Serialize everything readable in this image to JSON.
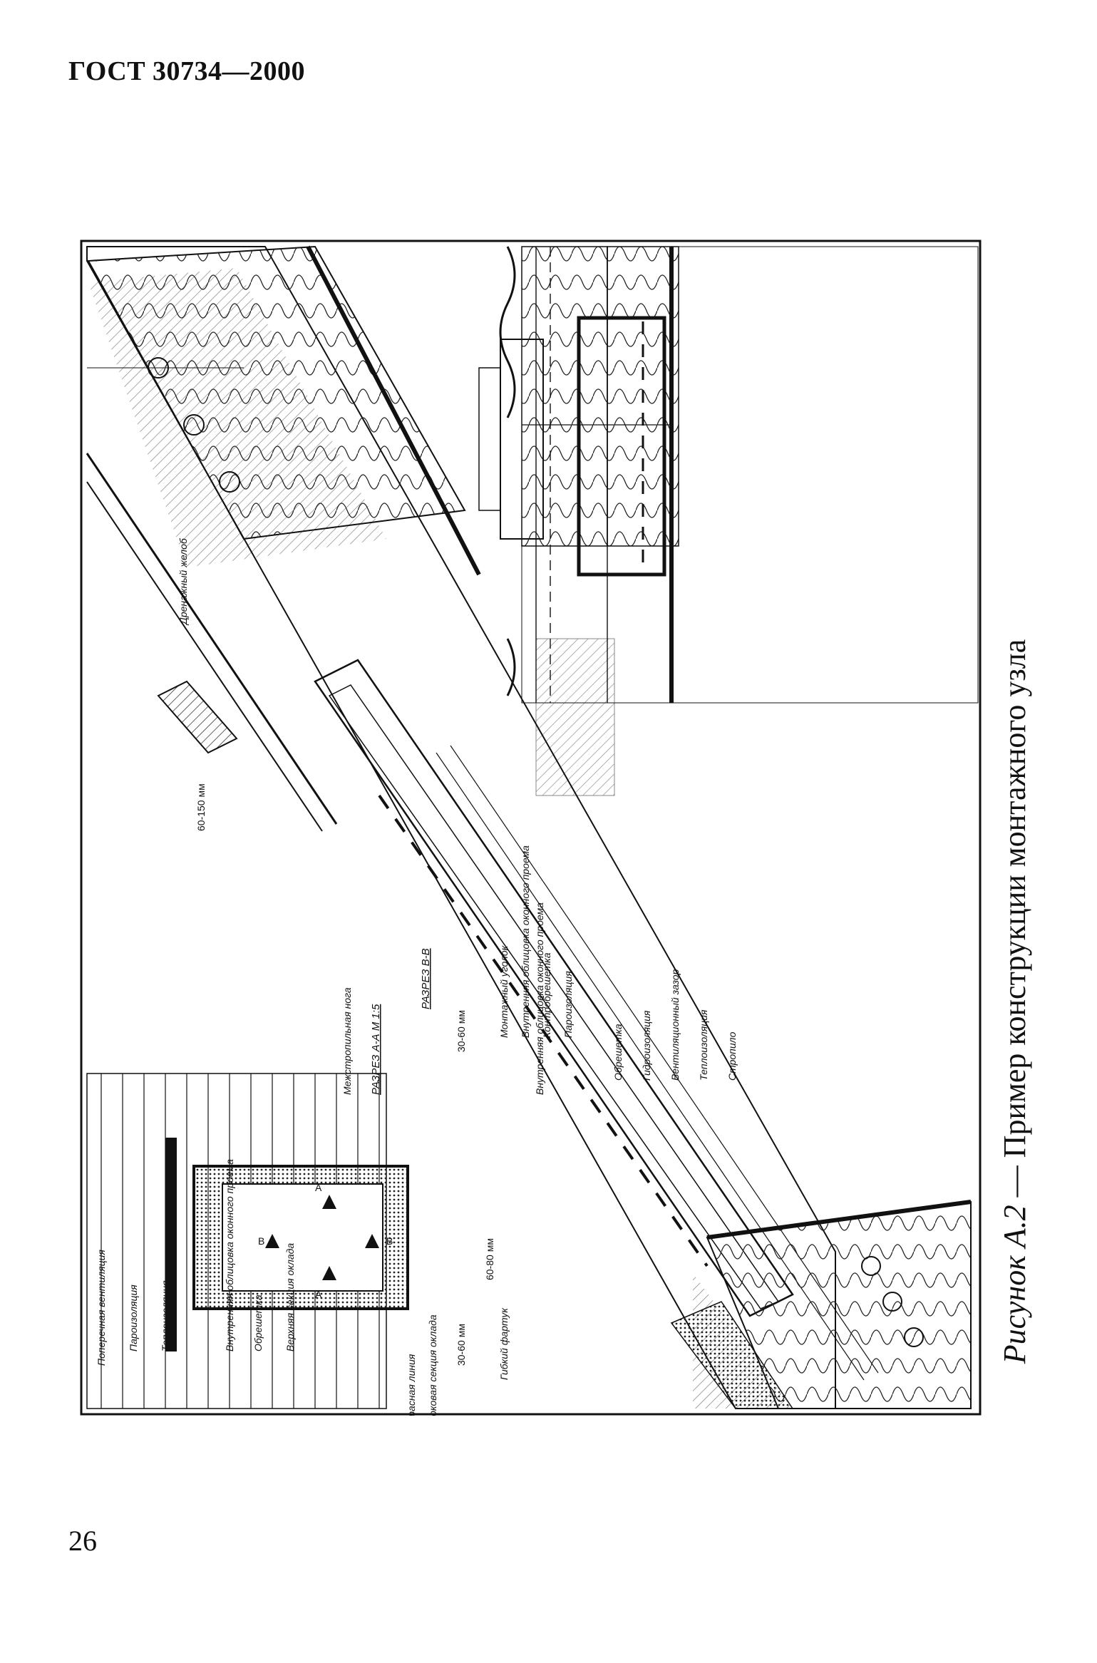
{
  "header": {
    "doc_code": "ГОСТ 30734—2000"
  },
  "figure": {
    "labels_top_strip": {
      "drain_gutter": "Дренажный желоб",
      "transverse_ventilation": "Поперечная вентиляция",
      "vapor_barrier": "Пароизоляция",
      "thermal_insulation": "Теплоизоляция",
      "inner_opening_cladding": "Внутренняя облицовка оконного проема",
      "trim": "Обрешетка",
      "top_flashing_section": "Верхняя секция оклада"
    },
    "labels_section_bb": {
      "title": "РАЗРЕЗ В-В",
      "red_line": "Красная линия",
      "side_flashing_section": "Боковая секция оклада",
      "mounting_corner": "Монтажный уголок",
      "inner_cladding": "Внутренняя облицовка оконного проема",
      "counter_battens": "Контробрешетка",
      "vapor_barrier": "Пароизоляция"
    },
    "labels_section_aa": {
      "title": "РАЗРЕЗ А-А М 1:5",
      "rafter_leg": "Межстропильная нога",
      "inner_cladding": "Внутренняя облицовка оконного проема",
      "flexible_apron": "Гибкий фартук"
    },
    "labels_bottom_strip": {
      "battens": "Обрешетка",
      "waterproofing": "Гидроизоляция",
      "ventilation_gap": "Вентиляционный зазор",
      "thermal_insulation": "Теплоизоляция",
      "rafter": "Стропило"
    },
    "dimensions": {
      "d1": "30-60 мм",
      "d2": "30-60 мм",
      "d3": "60-150 мм",
      "d4": "60-80 мм"
    },
    "plan_marks": {
      "a1": "А",
      "a2": "А",
      "b1": "В",
      "b2": "В"
    }
  },
  "caption": {
    "label": "Рисунок А.2",
    "text": " — Пример конструкции монтажного узла"
  },
  "footer": {
    "page_number": "26"
  }
}
